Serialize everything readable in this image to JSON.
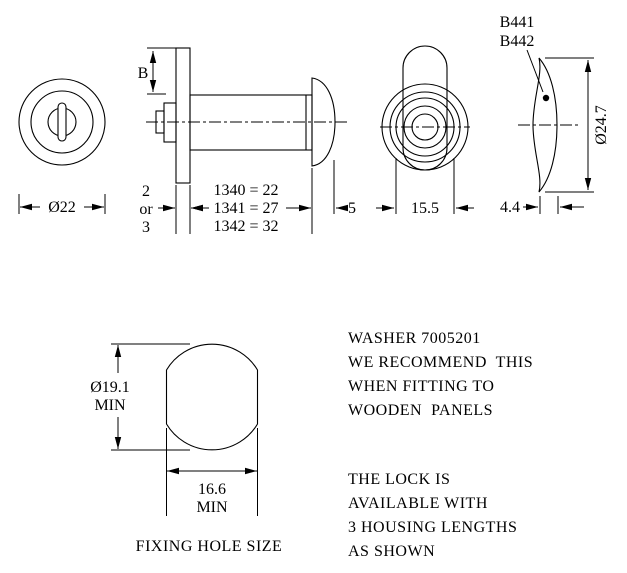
{
  "drawing": {
    "front_view": {
      "dia_label": "Ø22"
    },
    "side_view": {
      "b_label": "B",
      "flange_thickness": [
        "2",
        "or",
        "3"
      ],
      "housing_lengths": [
        "1340 = 22",
        "1341 = 27",
        "1342 = 32"
      ],
      "cap_width": "5"
    },
    "rear_view": {
      "width_label": "15.5"
    },
    "washer_view": {
      "part_numbers": [
        "B441",
        "B442"
      ],
      "dia_label": "Ø24.7",
      "thickness_label": "4.4"
    },
    "fixing_hole": {
      "dia_label": "Ø19.1",
      "dia_min": "MIN",
      "width_label": "16.6",
      "width_min": "MIN",
      "caption": "FIXING HOLE SIZE"
    }
  },
  "notes": {
    "washer": [
      "WASHER 7005201",
      "WE RECOMMEND  THIS",
      "WHEN FITTING TO",
      "WOODEN  PANELS"
    ],
    "lock": [
      "THE LOCK IS",
      "AVAILABLE WITH",
      "3 HOUSING LENGTHS",
      "AS SHOWN"
    ]
  },
  "colors": {
    "line": "#000000",
    "background": "#ffffff"
  }
}
